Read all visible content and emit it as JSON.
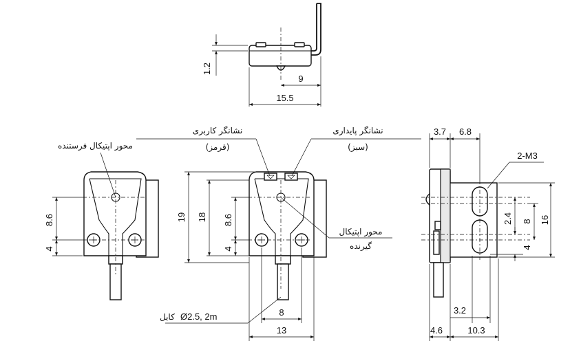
{
  "labels": {
    "receiver_axis": "محور اپتیکال",
    "receiver_axis_line2": "گیرنده",
    "emitter_axis": "محور اپتیکال فرستنده",
    "operation_indicator": "نشانگر کاربری",
    "operation_color": "(قرمز)",
    "stability_indicator": "نشانگر پایداری",
    "stability_color": "(سبز)",
    "cable": "Ø2.5, 2m",
    "cable_word": "کابل",
    "thread": "2-M3"
  },
  "dims": {
    "top_height": "1.2",
    "top_9": "9",
    "top_15_5": "15.5",
    "left_8_6": "8.6",
    "left_4": "4",
    "mid_19": "19",
    "mid_18": "18",
    "mid_8_6": "8.6",
    "mid_4": "4",
    "mid_8": "8",
    "mid_13": "13",
    "right_3_7": "3.7",
    "right_6_8": "6.8",
    "right_2_4": "2.4",
    "right_8": "8",
    "right_16": "16",
    "right_4": "4",
    "right_3_2": "3.2",
    "right_4_6": "4.6",
    "right_10_3": "10.3"
  }
}
